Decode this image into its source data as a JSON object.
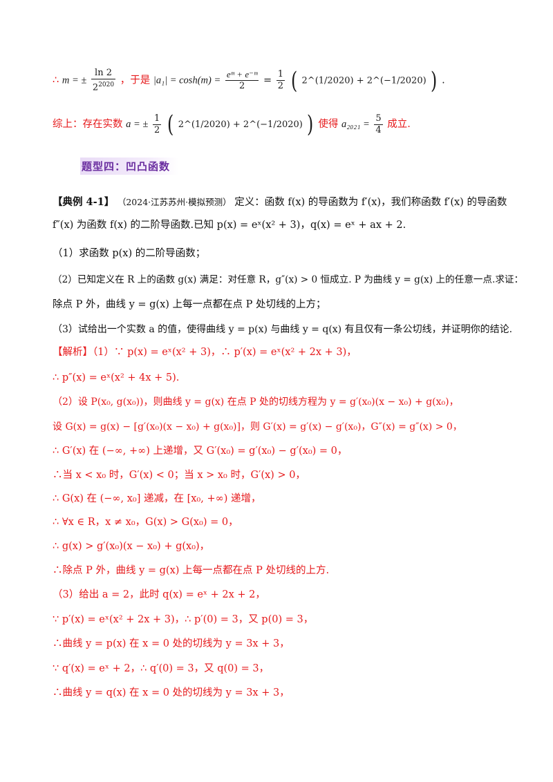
{
  "line1": {
    "therefore": "∴",
    "m_lhs": "m = ±",
    "frac_num": "ln 2",
    "frac_den": "2",
    "frac_den_exp": "2020",
    "connector": "，于是",
    "abs_expr": "|a₁| = cosh(m) =",
    "frac2_num": "eᵐ + e⁻ᵐ",
    "frac2_den": "2",
    "eq": "=",
    "half_num": "1",
    "half_den": "2",
    "paren_content": "2^(1/2020) + 2^(−1/2020)",
    "end": "."
  },
  "line2": {
    "prefix": "综上：存在实数",
    "a_expr": "a = ±",
    "half_num": "1",
    "half_den": "2",
    "paren_content": "2^(1/2020) + 2^(−1/2020)",
    "mid": "使得",
    "a2021": "a₂₀₂₁ =",
    "frac_num": "5",
    "frac_den": "4",
    "suffix": "成立."
  },
  "heading": "题型四：凹凸函数",
  "example": {
    "label": "【典例 4-1】",
    "source": "（2024·江苏苏州·模拟预测）",
    "text1": "定义：函数 f(x) 的导函数为 f′(x)，我们称函数 f′(x) 的导函数",
    "text2": "f″(x) 为函数 f(x) 的二阶导函数.已知 p(x) = eˣ(x² + 3)，q(x) = eˣ + ax + 2.",
    "q1": "（1）求函数 p(x) 的二阶导函数；",
    "q2a": "（2）已知定义在 R 上的函数 g(x) 满足：对任意 R，g″(x) > 0 恒成立. P 为曲线 y = g(x) 上的任意一点.求证：",
    "q2b": "除点 P 外，曲线 y = g(x) 上每一点都在点 P 处切线的上方；",
    "q3": "（3）试给出一个实数 a 的值，使得曲线 y = p(x) 与曲线 y = q(x) 有且仅有一条公切线，并证明你的结论."
  },
  "solution": [
    "【解析】（1）∵ p(x) = eˣ(x² + 3)，∴ p′(x) = eˣ(x² + 2x + 3)，",
    "∴ p″(x) = eˣ(x² + 4x + 5).",
    "（2）设 P(x₀, g(x₀))，则曲线 y = g(x) 在点 P 处的切线方程为 y = g′(x₀)(x − x₀) + g(x₀)，",
    "设 G(x) = g(x) − [g′(x₀)(x − x₀) + g(x₀)]，则 G′(x) = g′(x) − g′(x₀)，G″(x) = g″(x) > 0，",
    "∴ G′(x) 在 (−∞, +∞) 上递增，又 G′(x₀) = g′(x₀) − g′(x₀) = 0，",
    "∴当 x < x₀ 时，G′(x) < 0；当 x > x₀ 时，G′(x) > 0，",
    "∴ G(x) 在 (−∞, x₀] 递减，在 [x₀, +∞) 递增，",
    "∴ ∀x ∈ R，x ≠ x₀，G(x) > G(x₀) = 0，",
    "∴ g(x) > g′(x₀)(x − x₀) + g(x₀)，",
    "∴除点 P 外，曲线 y = g(x) 上每一点都在点 P 处切线的上方.",
    "（3）给出 a = 2，此时 q(x) = eˣ + 2x + 2，",
    "∵ p′(x) = eˣ(x² + 2x + 3)，∴ p′(0) = 3，又 p(0) = 3，",
    "∴曲线 y = p(x) 在 x = 0 处的切线为 y = 3x + 3，",
    "∵ q′(x) = eˣ + 2，∴ q′(0) = 3，又 q(0) = 3，",
    "∴曲线 y = q(x) 在 x = 0 处的切线为 y = 3x + 3，"
  ],
  "colors": {
    "red": "#e6191b",
    "heading": "#6b2fa0",
    "heading_bg": "#e9dcf6"
  }
}
